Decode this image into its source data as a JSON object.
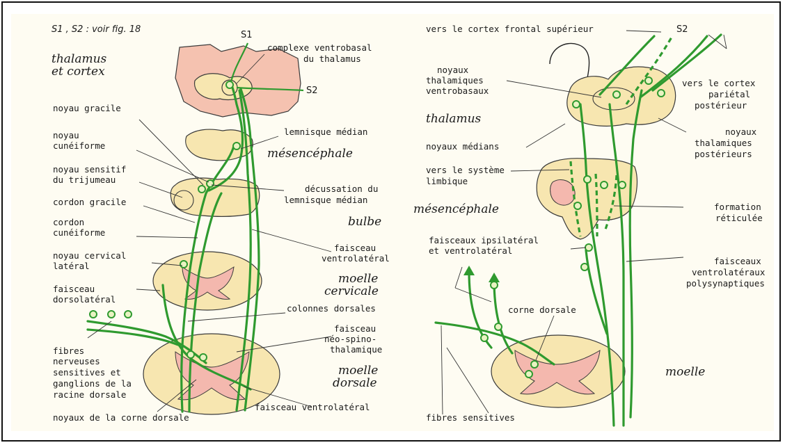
{
  "note": "S1 , S2 : voir fig. 18",
  "labels": {
    "s1": "S1",
    "s2_left": "S2",
    "s2_right": "S2",
    "complexe_1": "complexe ventrobasal",
    "complexe_2": "du thalamus",
    "noyau_gracile": "noyau gracile",
    "noyau_cuneiforme_1": "noyau",
    "noyau_cuneiforme_2": "cunéiforme",
    "noyau_sensitif_1": "noyau sensitif",
    "noyau_sensitif_2": "du trijumeau",
    "cordon_gracile": "cordon gracile",
    "cordon_cuneiforme_1": "cordon",
    "cordon_cuneiforme_2": "cunéiforme",
    "noyau_cervical_1": "noyau cervical",
    "noyau_cervical_2": "latéral",
    "faisceau_dorsolateral_1": "faisceau",
    "faisceau_dorsolateral_2": "dorsolatéral",
    "fibres_nerveuses_1": "fibres",
    "fibres_nerveuses_2": "nerveuses",
    "fibres_nerveuses_3": "sensitives et",
    "fibres_nerveuses_4": "ganglions de la",
    "fibres_nerveuses_5": "racine dorsale",
    "noyaux_corne_dorsale": "noyaux de la corne dorsale",
    "lemnisque_median": "lemnisque médian",
    "decussation_1": "décussation du",
    "decussation_2": "lemnisque médian",
    "faisceau_ventrolateral_c_1": "faisceau",
    "faisceau_ventrolateral_c_2": "ventrolatéral",
    "colonnes_dorsales": "colonnes dorsales",
    "neo_spino_1": "faisceau",
    "neo_spino_2": "néo-spino-",
    "neo_spino_3": "thalamique",
    "faisceau_ventrolateral_bottom": "faisceau  ventrolatéral",
    "vers_cortex_frontal": "vers le cortex frontal supérieur",
    "noyaux_vb_1": "noyaux",
    "noyaux_vb_2": "thalamiques",
    "noyaux_vb_3": "ventrobasaux",
    "noyaux_medians": "noyaux médians",
    "vers_limbique_1": "vers le système",
    "vers_limbique_2": "limbique",
    "faisceaux_ipsi_1": "faisceaux ipsilatéral",
    "faisceaux_ipsi_2": "et ventrolatéral",
    "corne_dorsale": "corne dorsale",
    "fibres_sensitives": "fibres sensitives",
    "vers_parietal_1": "vers le cortex",
    "vers_parietal_2": "pariétal",
    "vers_parietal_3": "postérieur",
    "noyaux_post_1": "noyaux",
    "noyaux_post_2": "thalamiques",
    "noyaux_post_3": "postérieurs",
    "formation_1": "formation",
    "formation_2": "réticulée",
    "faisceaux_vl_poly_1": "faisceaux",
    "faisceaux_vl_poly_2": "ventrolatéraux",
    "faisceaux_vl_poly_3": "polysynaptiques"
  },
  "regions": {
    "thalamus_cortex_1": "thalamus",
    "thalamus_cortex_2": "et cortex",
    "mesencephale_left": "mésencéphale",
    "bulbe": "bulbe",
    "moelle_cervicale_1": "moelle",
    "moelle_cervicale_2": "cervicale",
    "moelle_dorsale_1": "moelle",
    "moelle_dorsale_2": "dorsale",
    "thalamus_right": "thalamus",
    "mesencephale_right": "mésencéphale",
    "moelle_right": "moelle"
  },
  "colors": {
    "fiber": "#2f9a2f",
    "tissue": "#f7e6b0",
    "grey_matter": "#f4b8ae",
    "background": "#fefcf2"
  }
}
